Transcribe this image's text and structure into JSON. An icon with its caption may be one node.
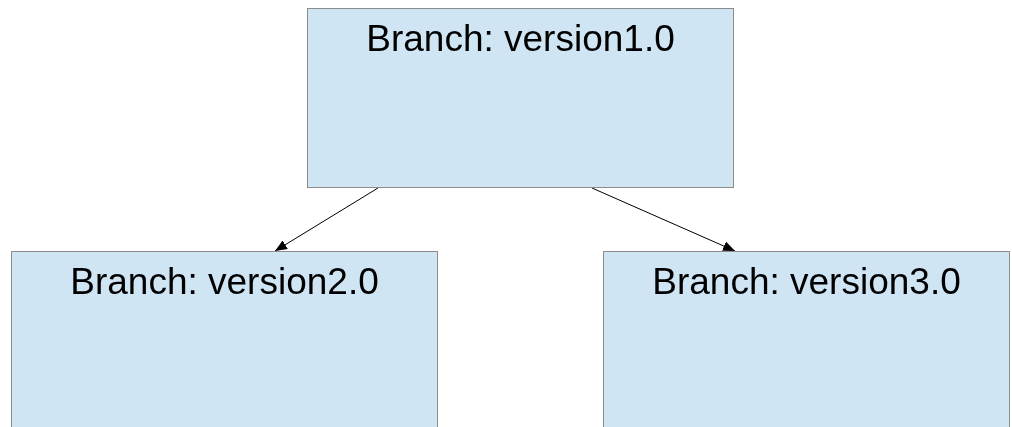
{
  "diagram": {
    "nodes": [
      {
        "text": [
          "Branch: version1.0"
        ]
      },
      {
        "text": [
          "Branch: version2.0"
        ]
      },
      {
        "text": [
          "Branch: version3.0"
        ]
      }
    ],
    "edges": [
      {
        "from": 0,
        "to": 1,
        "arrow": "to"
      },
      {
        "from": 0,
        "to": 2,
        "arrow": "to"
      }
    ]
  }
}
